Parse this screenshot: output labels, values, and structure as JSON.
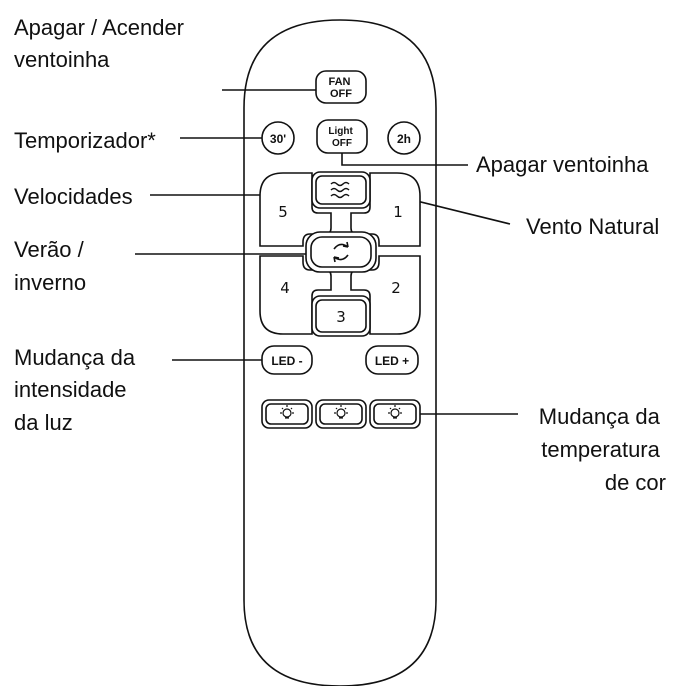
{
  "labels": {
    "fan_onoff": [
      "Apagar / Acender",
      "ventoinha"
    ],
    "timer": "Temporizador*",
    "speeds": "Velocidades",
    "summer_winter": [
      "Verão /",
      "inverno"
    ],
    "light_intensity": [
      "Mudança da",
      "intensidade",
      "da luz"
    ],
    "light_off": "Apagar ventoinha",
    "natural_wind": "Vento Natural",
    "color_temp": [
      "Mudança da",
      "temperatura",
      "de cor"
    ]
  },
  "buttons": {
    "fan_off": [
      "FAN",
      "OFF"
    ],
    "light_off": [
      "Light",
      "OFF"
    ],
    "timer_30": "30'",
    "timer_2h": "2h",
    "speed_1": "1",
    "speed_2": "2",
    "speed_3": "3",
    "speed_4": "4",
    "speed_5": "5",
    "led_minus": "LED -",
    "led_plus": "LED +"
  },
  "icons": {
    "natural_wind": "wind-waves-icon",
    "summer_winter": "swap-arrows-icon",
    "color_temp": "light-bulb-icon"
  }
}
